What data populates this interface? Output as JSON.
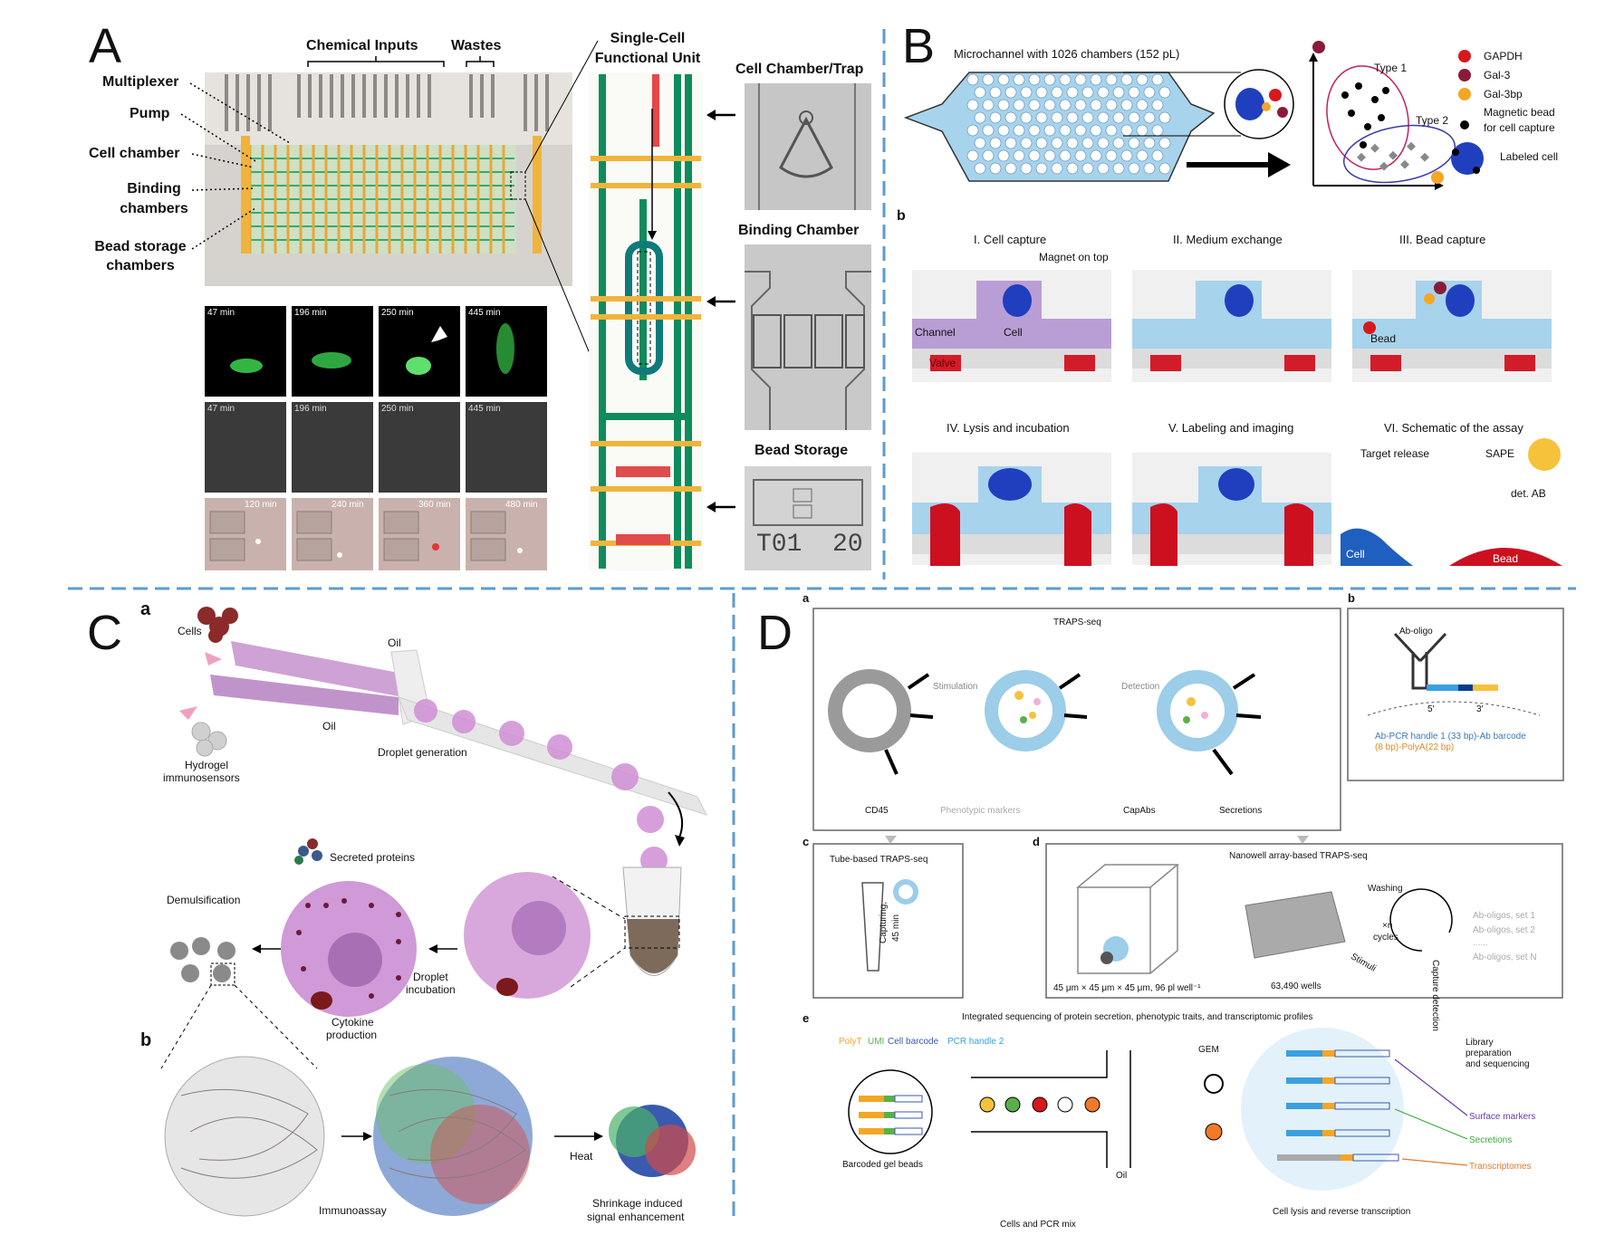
{
  "panels": {
    "A": {
      "letter": "A",
      "labels": {
        "chemical_inputs": "Chemical Inputs",
        "wastes": "Wastes",
        "multiplexer": "Multiplexer",
        "pump": "Pump",
        "cell_chamber": "Cell chamber",
        "binding_chambers_1": "Binding",
        "binding_chambers_2": "chambers",
        "bead_storage_1": "Bead storage",
        "bead_storage_2": "chambers",
        "single_cell_unit_1": "Single-Cell",
        "single_cell_unit_2": "Functional Unit",
        "cell_chamber_trap": "Cell Chamber/Trap",
        "binding_chamber": "Binding Chamber",
        "bead_storage": "Bead Storage",
        "chip_code": "T01  20"
      },
      "timepoints_row1": [
        "47 min",
        "196 min",
        "250 min",
        "445 min"
      ],
      "timepoints_row2": [
        "47 min",
        "196 min",
        "250 min",
        "445 min"
      ],
      "timepoints_row3": [
        "120 min",
        "240 min",
        "360 min",
        "480 min"
      ]
    },
    "B": {
      "letter": "B",
      "sub_b": "b",
      "microchannel": "Microchannel with 1026 chambers (152 pL)",
      "type1": "Type 1",
      "type2": "Type 2",
      "legend": [
        "GAPDH",
        "Gal-3",
        "Gal-3bp",
        "Magnetic bead",
        "for cell capture",
        "Labeled cell"
      ],
      "legend_colors": [
        "#d7191c",
        "#8b1a3a",
        "#f5a623",
        "#000000",
        "#1f3fbf"
      ],
      "steps": [
        "I. Cell capture",
        "II. Medium exchange",
        "III. Bead capture",
        "IV. Lysis and incubation",
        "V. Labeling and imaging",
        "VI. Schematic of the assay"
      ],
      "magnet": "Magnet on top",
      "channel": "Channel",
      "cell": "Cell",
      "valve": "Valve",
      "bead": "Bead",
      "target_release": "Target release",
      "sape": "SAPE",
      "det_ab": "det. AB",
      "cell2": "Cell",
      "bead2": "Bead"
    },
    "C": {
      "letter": "C",
      "sub_a": "a",
      "sub_b": "b",
      "cells": "Cells",
      "oil1": "Oil",
      "oil2": "Oil",
      "hydrogel_1": "Hydrogel",
      "hydrogel_2": "immunosensors",
      "droplet_generation": "Droplet generation",
      "secreted_proteins": "Secreted proteins",
      "demulsification": "Demulsification",
      "droplet_incubation_1": "Droplet",
      "droplet_incubation_2": "incubation",
      "cytokine_1": "Cytokine",
      "cytokine_2": "production",
      "immunoassay": "Immunoassay",
      "heat": "Heat",
      "shrinkage_1": "Shrinkage induced",
      "shrinkage_2": "signal enhancement"
    },
    "D": {
      "letter": "D",
      "sub_a": "a",
      "sub_b": "b",
      "sub_c": "c",
      "sub_d": "d",
      "sub_e": "e",
      "traps_seq": "TRAPS-seq",
      "stimulation": "Stimulation",
      "detection": "Detection",
      "legend_a": [
        "CD45",
        "Phenotypic markers",
        "CapAbs",
        "Secretions"
      ],
      "ab_oligo": "Ab-oligo",
      "five_prime": "5'",
      "three_prime": "3'",
      "ab_desc_1": "Ab-PCR handle 1 (33 bp)-Ab barcode",
      "ab_desc_2": "(8 bp)-PolyA(22 bp)",
      "tube_title": "Tube-based TRAPS-seq",
      "capturing": "Capturing,",
      "capturing_time": "45 min",
      "nanowell_title": "Nanowell array-based TRAPS-seq",
      "washing": "Washing",
      "xn_cycles_1": "×n",
      "xn_cycles_2": "cycles",
      "stimuli": "Stimuli",
      "capture_detection": "Capture detection",
      "oligo_sets": [
        "Ab-oligos, set 1",
        "Ab-oligos, set 2",
        "......",
        "Ab-oligos, set N"
      ],
      "well_dims": "45 μm × 45 μm × 45 μm, 96 pl well⁻¹",
      "wells": "63,490 wells",
      "integrated_title": "Integrated sequencing of protein secretion, phenotypic traits, and transcriptomic profiles",
      "barcode_legend": [
        "PolyT",
        "UMI",
        "Cell barcode",
        "PCR handle 2"
      ],
      "barcoded_beads": "Barcoded gel beads",
      "gem": "GEM",
      "oil": "Oil",
      "cells_pcr": "Cells and PCR mix",
      "library_1": "Library",
      "library_2": "preparation",
      "library_3": "and sequencing",
      "surface_markers": "Surface markers",
      "secretions": "Secretions",
      "transcriptomes": "Transcriptomes",
      "lysis": "Cell lysis and reverse transcription"
    }
  }
}
